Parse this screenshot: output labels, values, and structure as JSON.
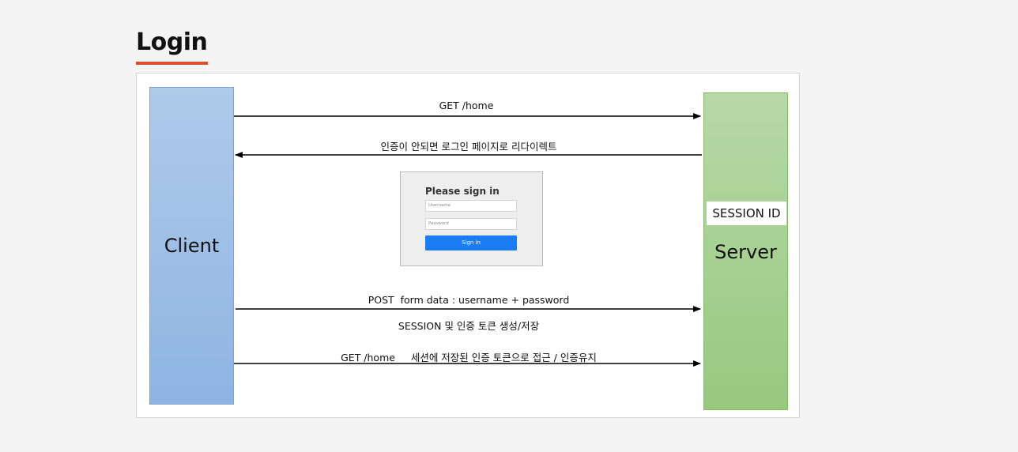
{
  "title": "Login",
  "colors": {
    "accent_underline": "#d9502a",
    "client_fill": "#9fbfe6",
    "server_fill": "#a8d193",
    "button_fill": "#1a7cf4"
  },
  "client": {
    "label": "Client"
  },
  "server": {
    "label": "Server",
    "session_chip": "SESSION ID"
  },
  "messages": {
    "get_home": "GET /home",
    "redirect": "인증이 안되면 로그인 페이지로 리다이렉트",
    "post_form": "POST  form data : username + password",
    "session_create": "SESSION 및 인증 토큰 생성/저장",
    "get_home_session": "GET /home     세션에 저장된 인증 토큰으로 접근 / 인증유지"
  },
  "login_form": {
    "heading": "Please sign in",
    "username_placeholder": "Username",
    "password_placeholder": "Password",
    "button_label": "Sign in"
  }
}
